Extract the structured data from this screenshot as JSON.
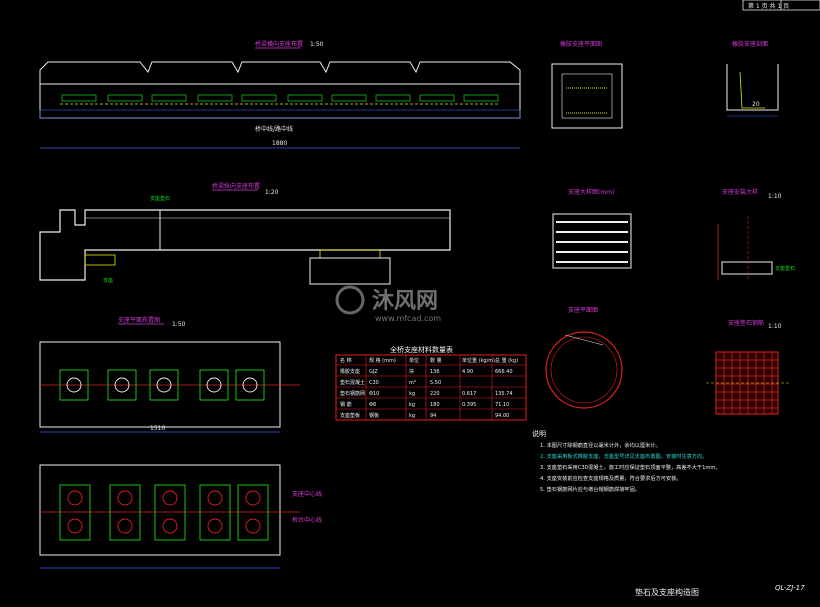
{
  "sheet": {
    "page_label": "第 1 页 共 1 页",
    "drawing_number": "QL-ZJ-17",
    "drawing_title": "垫石及支座构造图"
  },
  "views": {
    "elevation": {
      "title": "桥梁横向支座布置",
      "scale": "1:50",
      "note": "桥中线/路中线",
      "dim": "1880"
    },
    "detail_side": {
      "title": "桥梁纵向支座布置",
      "scale": "1:20",
      "label": "支座垫石",
      "label2": "支座"
    },
    "plan_top": {
      "title": "支座平面布置图",
      "scale": "1:50",
      "dim": "1510"
    },
    "plan_bottom": {
      "labels": [
        "支座中心线",
        "桥台中心线"
      ]
    },
    "bearing_plan": {
      "title": "橡胶支座平面图"
    },
    "bearing_section": {
      "title": "橡胶支座剖面",
      "dim": "20"
    },
    "rubber_plan": {
      "title": "支座大样图(mm)"
    },
    "rubber_detail": {
      "title": "支座安装大样",
      "scale": "1:10",
      "label": "支座垫石"
    },
    "circle_detail": {
      "title": "支座平面图"
    },
    "rebar_plan": {
      "title": "支座垫石钢筋",
      "scale": "1:10"
    }
  },
  "table": {
    "title": "全桥支座材料数量表",
    "headers": [
      "名 称",
      "规 格 (mm)",
      "单位",
      "数 量",
      "单位重 (kg/m)",
      "总 重 (kg)"
    ],
    "rows": [
      [
        "橡胶支座",
        "GJZ",
        "块",
        "136",
        "4.90",
        "666.40"
      ],
      [
        "垫石混凝土",
        "C30",
        "m³",
        "5.50",
        "",
        ""
      ],
      [
        "垫石钢筋网",
        "Φ10",
        "kg",
        "220",
        "0.617",
        "135.74"
      ],
      [
        "钢 筋",
        "Φ8",
        "kg",
        "180",
        "0.395",
        "71.10"
      ],
      [
        "支座垫板",
        "钢板",
        "kg",
        "94",
        "",
        "94.00"
      ]
    ]
  },
  "notes": {
    "heading": "说明",
    "items": [
      "1. 本图尺寸除钢筋直径以毫米计外，余均以厘米计。",
      "2. 支座采用板式橡胶支座，支座型号详见支座布置图，安装时注意方向。",
      "3. 支座垫石采用C30混凝土，施工时应保证垫石顶面平整，高差不大于1mm。",
      "4. 支座安装前应检查支座规格及质量，符合要求后方可安装。",
      "5. 垫石钢筋网片应与墩台帽钢筋焊接牢固。"
    ]
  },
  "watermark": {
    "text": "沐风网",
    "url": "www.mfcad.com"
  },
  "colors": {
    "background": "#000000",
    "lines": "#ffffff",
    "dim": "#3b5bd9",
    "magenta": "#d63bd6",
    "red": "#e02020",
    "yellow": "#e6e600",
    "green": "#19d919",
    "cyan": "#2bd9d9"
  }
}
